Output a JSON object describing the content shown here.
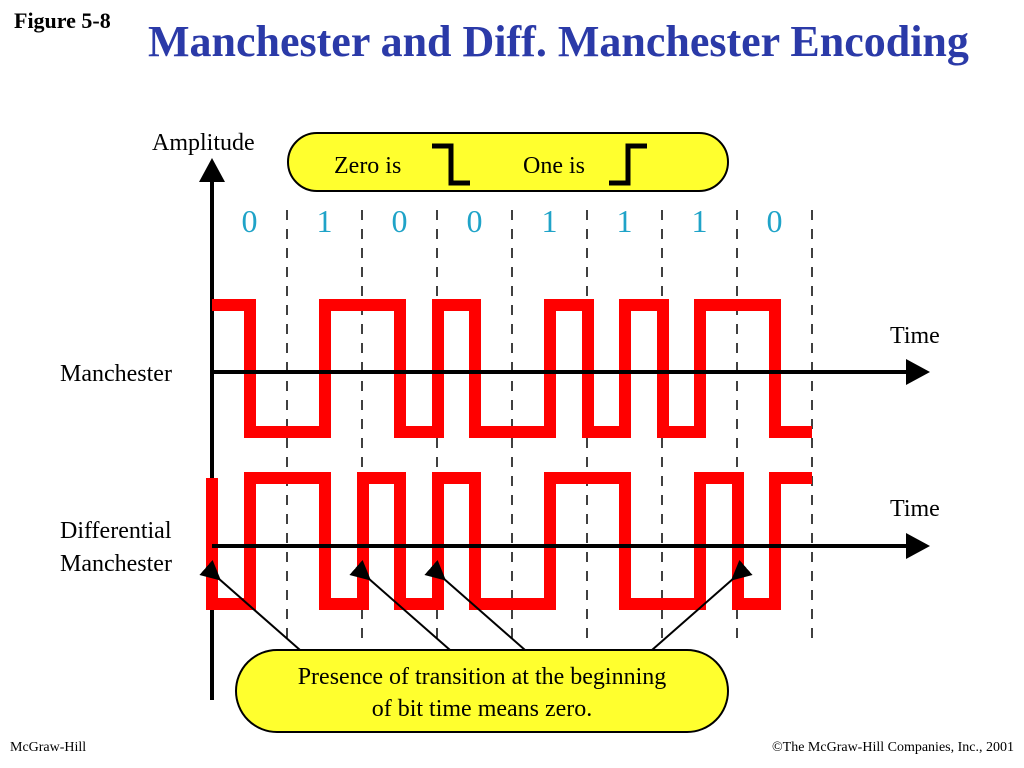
{
  "figure_label": "Figure 5-8",
  "title": "Manchester and Diff. Manchester Encoding",
  "axis": {
    "y_label": "Amplitude",
    "x_label": "Time"
  },
  "legend": {
    "zero_is": "Zero is",
    "one_is": "One is"
  },
  "bits": [
    "0",
    "1",
    "0",
    "0",
    "1",
    "1",
    "1",
    "0"
  ],
  "rows": {
    "manchester": {
      "label": "Manchester",
      "time_label": "Time"
    },
    "differential": {
      "label_line1": "Differential",
      "label_line2": "Manchester",
      "time_label": "Time"
    }
  },
  "note": {
    "line1": "Presence of transition at the beginning",
    "line2": "of bit time means zero."
  },
  "footer": {
    "publisher": "McGraw-Hill",
    "copyright": "©The McGraw-Hill Companies, Inc., 2001"
  },
  "colors": {
    "title": "#2b3aa8",
    "signal": "#ff0000",
    "bits": "#1fa3c8",
    "callout": "#ffff2e"
  }
}
